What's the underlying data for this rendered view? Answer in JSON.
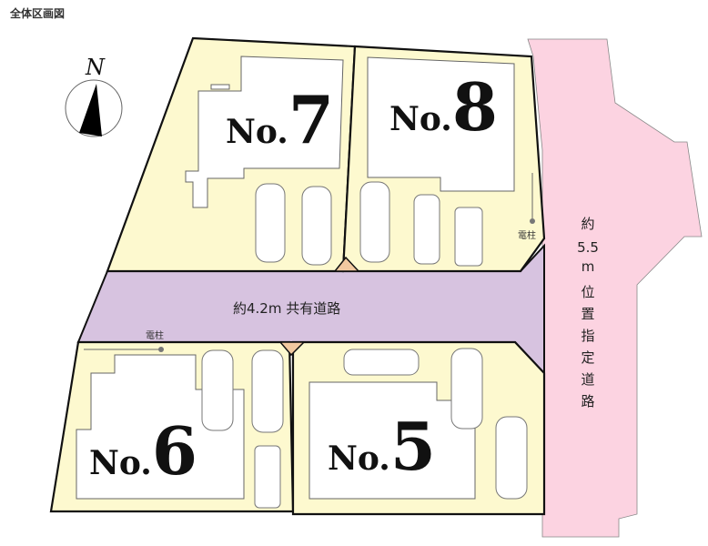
{
  "title": "全体区画図",
  "compass": {
    "label": "N"
  },
  "shared_road": {
    "label": "約4.2m 共有道路",
    "color": "#d7c3e0"
  },
  "designated_road": {
    "label_lines": [
      "約",
      "5.5",
      "m",
      "位",
      "置",
      "指",
      "定",
      "道",
      "路"
    ],
    "color": "#fcd3e1"
  },
  "lots": [
    {
      "prefix": "No.",
      "number": "7"
    },
    {
      "prefix": "No.",
      "number": "8"
    },
    {
      "prefix": "No.",
      "number": "6"
    },
    {
      "prefix": "No.",
      "number": "5"
    }
  ],
  "utility_poles": [
    "電柱",
    "電柱"
  ],
  "colors": {
    "lot": "#fdf9cf",
    "junction": "#f2c9a0"
  }
}
